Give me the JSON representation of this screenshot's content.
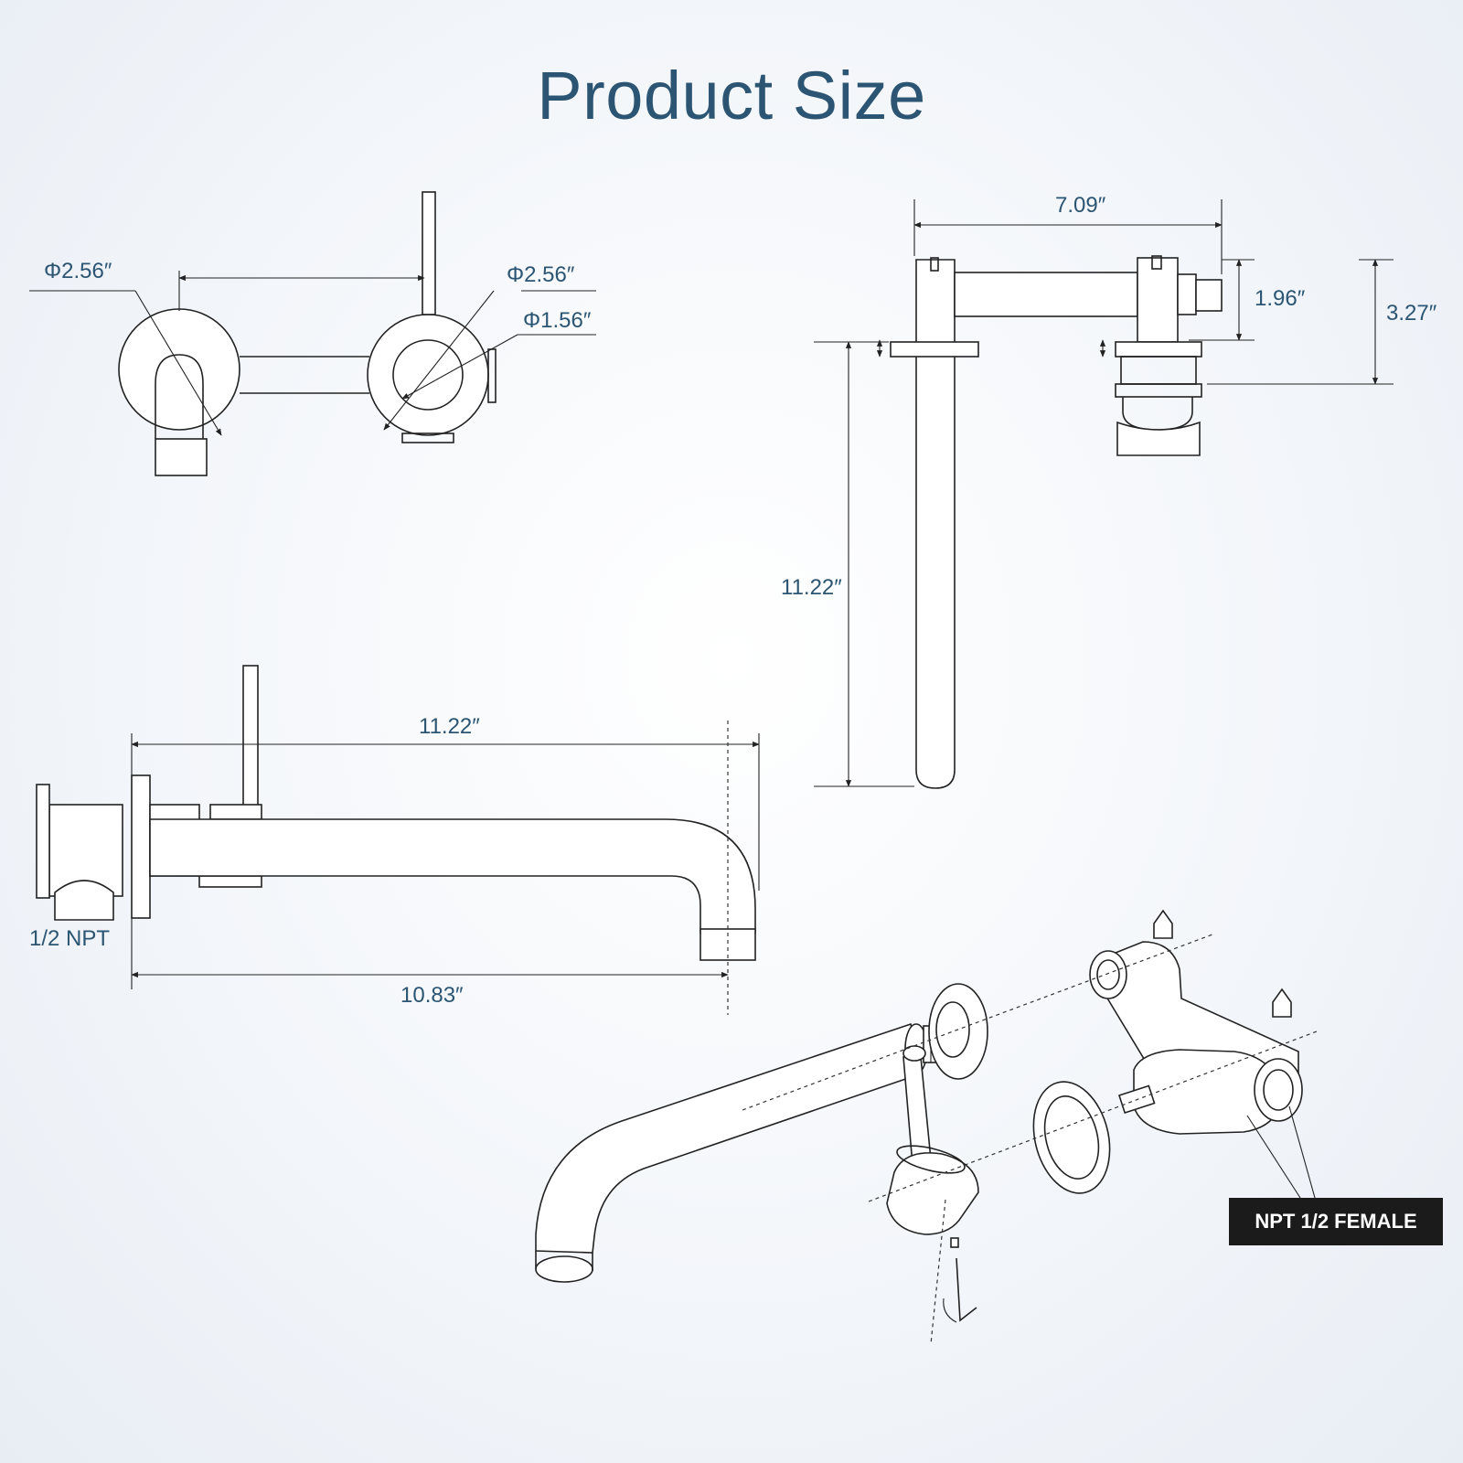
{
  "title": "Product Size",
  "dimensions": {
    "top_view_left_diameter": "Φ2.56″",
    "top_view_right_diameter": "Φ2.56″",
    "top_view_inner_diameter": "Φ1.56″",
    "side_width": "7.09″",
    "side_height_small": "1.96″",
    "side_height_large": "3.27″",
    "side_vertical_length": "11.22″",
    "front_length_top": "11.22″",
    "front_length_bottom": "10.83″"
  },
  "labels": {
    "connection": "1/2 NPT",
    "badge": "NPT 1/2 FEMALE"
  }
}
